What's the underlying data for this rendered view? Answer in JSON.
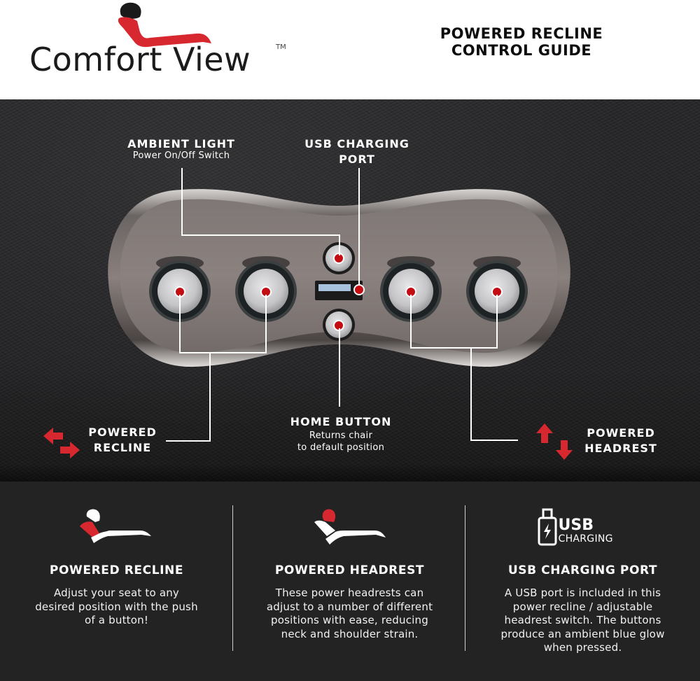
{
  "header": {
    "brand_name": "Comfort View",
    "brand_tm": "TM",
    "title_line1": "POWERED RECLINE",
    "title_line2": "CONTROL GUIDE"
  },
  "colors": {
    "brand_red": "#d7282f",
    "marker_red": "#c40d12",
    "header_bg": "#ffffff",
    "panel_bg": "#232323",
    "text_light": "#ffffff"
  },
  "callouts": {
    "ambient_light": {
      "title": "AMBIENT LIGHT",
      "subtitle": "Power On/Off Switch"
    },
    "usb_port": {
      "title_line1": "USB CHARGING",
      "title_line2": "PORT"
    },
    "home_button": {
      "title": "HOME BUTTON",
      "subtitle_line1": "Returns chair",
      "subtitle_line2": "to default position"
    },
    "powered_recline": {
      "title_line1": "POWERED",
      "title_line2": "RECLINE",
      "icon": "left-right-arrows-icon"
    },
    "powered_headrest": {
      "title_line1": "POWERED",
      "title_line2": "HEADREST",
      "icon": "up-down-arrows-icon"
    }
  },
  "features": [
    {
      "icon": "recline-chair-icon",
      "title": "POWERED RECLINE",
      "description": "Adjust your seat to any desired position with the push of a button!"
    },
    {
      "icon": "headrest-chair-icon",
      "title": "POWERED HEADREST",
      "description": "These power headrests can adjust to a number of different positions with ease, reducing neck and shoulder strain."
    },
    {
      "icon": "usb-charging-icon",
      "icon_label_line1": "USB",
      "icon_label_line2": "CHARGING",
      "title": "USB CHARGING PORT",
      "description": "A USB port is included in this power recline / adjustable headrest switch. The buttons produce an ambient blue glow when pressed."
    }
  ]
}
